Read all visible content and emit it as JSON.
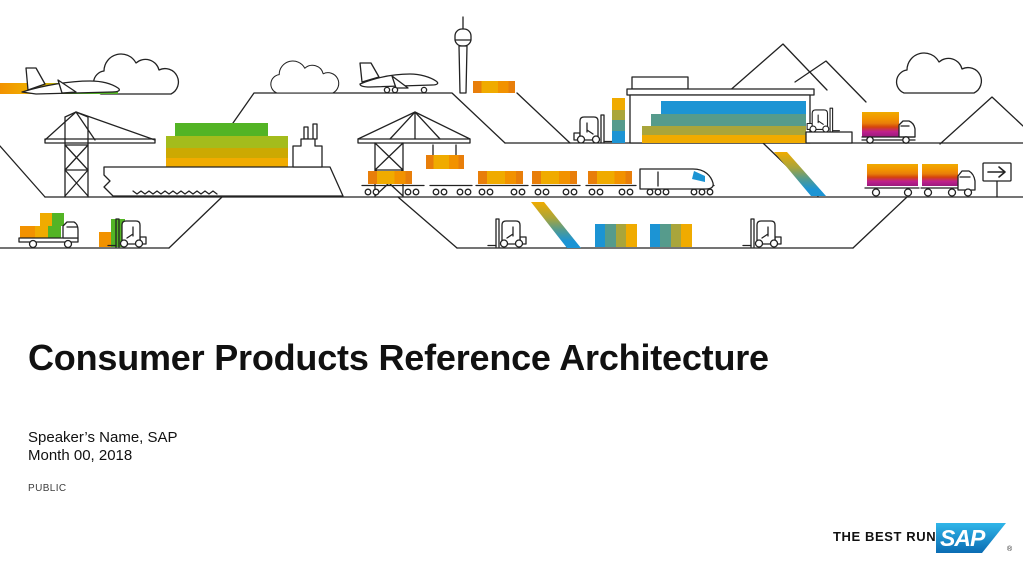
{
  "slide": {
    "title": "Consumer Products Reference Architecture",
    "speaker": "Speaker’s Name, SAP",
    "date": "Month 00, 2018",
    "classification": "PUBLIC"
  },
  "footer": {
    "tagline": "THE BEST RUN",
    "logo_text": "SAP",
    "registered": "®"
  },
  "colors": {
    "ink": "#222222",
    "text": "#111111",
    "muted": "#3d3d3d",
    "gold": "#F0AB00",
    "amber": "#F29200",
    "deepOrange": "#E87E0A",
    "crimson": "#D5440C",
    "magenta": "#C0218C",
    "purple": "#9A1A7D",
    "green": "#53B425",
    "leaf": "#A4BC1C",
    "darkYellow": "#CCA902",
    "olive": "#A9A53B",
    "teal": "#569B8C",
    "blue": "#1C94D4",
    "sapLight": "#30B6E9",
    "sapDark": "#0B6CB3"
  }
}
